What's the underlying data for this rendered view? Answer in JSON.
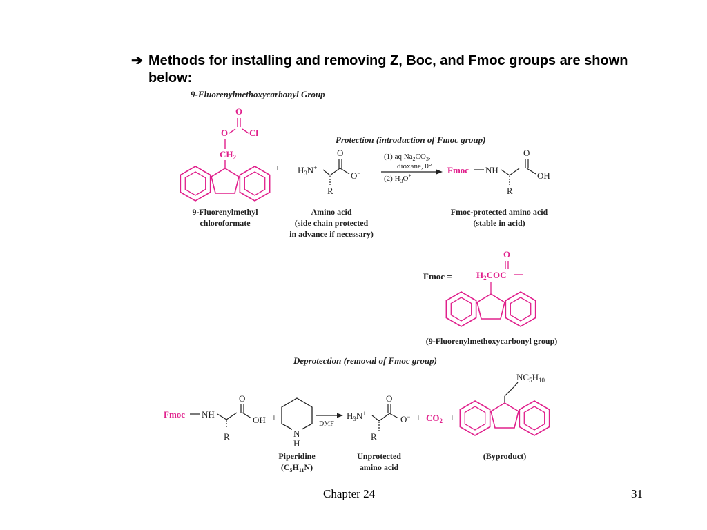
{
  "slide": {
    "bullet_arrow": "➔",
    "bullet_text": "Methods for installing and removing Z, Boc, and Fmoc groups are shown below:",
    "footer_chapter": "Chapter 24",
    "page_number": "31"
  },
  "figure": {
    "group_title": "9-Fluorenylmethoxycarbonyl Group",
    "reagent_O_top": "O",
    "reagent_O": "O",
    "reagent_Cl": "Cl",
    "reagent_CH": "CH",
    "reagent_CH_sub": "2",
    "plus": "+",
    "reagent_name_1": "9-Fluorenylmethyl",
    "reagent_name_2": "chloroformate",
    "protection_title": "Protection  (introduction of Fmoc group)",
    "cond1": "(1)  aq Na",
    "cond1_sub2": "2",
    "cond1_co": "CO",
    "cond1_sub3": "3",
    "cond1_end": ",",
    "cond2": "dioxane, 0°",
    "cond3": "(2)  H",
    "cond3_sub": "3",
    "cond3_end": "O",
    "cond3_sup": "+",
    "aa_h": "H",
    "aa_sub3": "3",
    "aa_n": "N",
    "aa_plus": "+",
    "aa_O_top": "O",
    "aa_O_minus": "O",
    "aa_minus": "−",
    "aa_R": "R",
    "aa_name_1": "Amino acid",
    "aa_name_2": "(side chain protected",
    "aa_name_3": "in advance if necessary)",
    "prod_fmoc": "Fmoc",
    "prod_nh": "NH",
    "prod_O_top": "O",
    "prod_OH": "OH",
    "prod_R": "R",
    "prod_name_1": "Fmoc-protected amino acid",
    "prod_name_2": "(stable in acid)",
    "fmoc_def_label": "Fmoc =",
    "fmoc_O": "O",
    "fmoc_H": "H",
    "fmoc_sub2": "2",
    "fmoc_COC": "COC",
    "fmoc_group_name": "(9-Fluorenylmethoxycarbonyl group)",
    "deprotection_title": "Deprotection (removal of Fmoc group)",
    "dp_fmoc": "Fmoc",
    "dp_nh": "NH",
    "dp_O_top": "O",
    "dp_OH": "OH",
    "dp_R": "R",
    "dp_plus1": "+",
    "pip_N": "N",
    "pip_H": "H",
    "dmf": "DMF",
    "un_h": "H",
    "un_sub3": "3",
    "un_n": "N",
    "un_plus": "+",
    "un_O_top": "O",
    "un_O_minus": "O",
    "un_minus": "−",
    "un_R": "R",
    "dp_plus2": "+",
    "co2": "CO",
    "co2_sub": "2",
    "dp_plus3": "+",
    "bp_nc": "NC",
    "bp_sub5": "5",
    "bp_h": "H",
    "bp_sub10": "10",
    "pip_name_1": "Piperidine",
    "pip_name_2a": "(C",
    "pip_name_sub5": "5",
    "pip_name_2b": "H",
    "pip_name_sub11": "11",
    "pip_name_2c": "N)",
    "un_name_1": "Unprotected",
    "un_name_2": "amino acid",
    "bp_name": "(Byproduct)"
  },
  "colors": {
    "magenta": "#e0208c",
    "black": "#000000",
    "dark": "#222222"
  }
}
